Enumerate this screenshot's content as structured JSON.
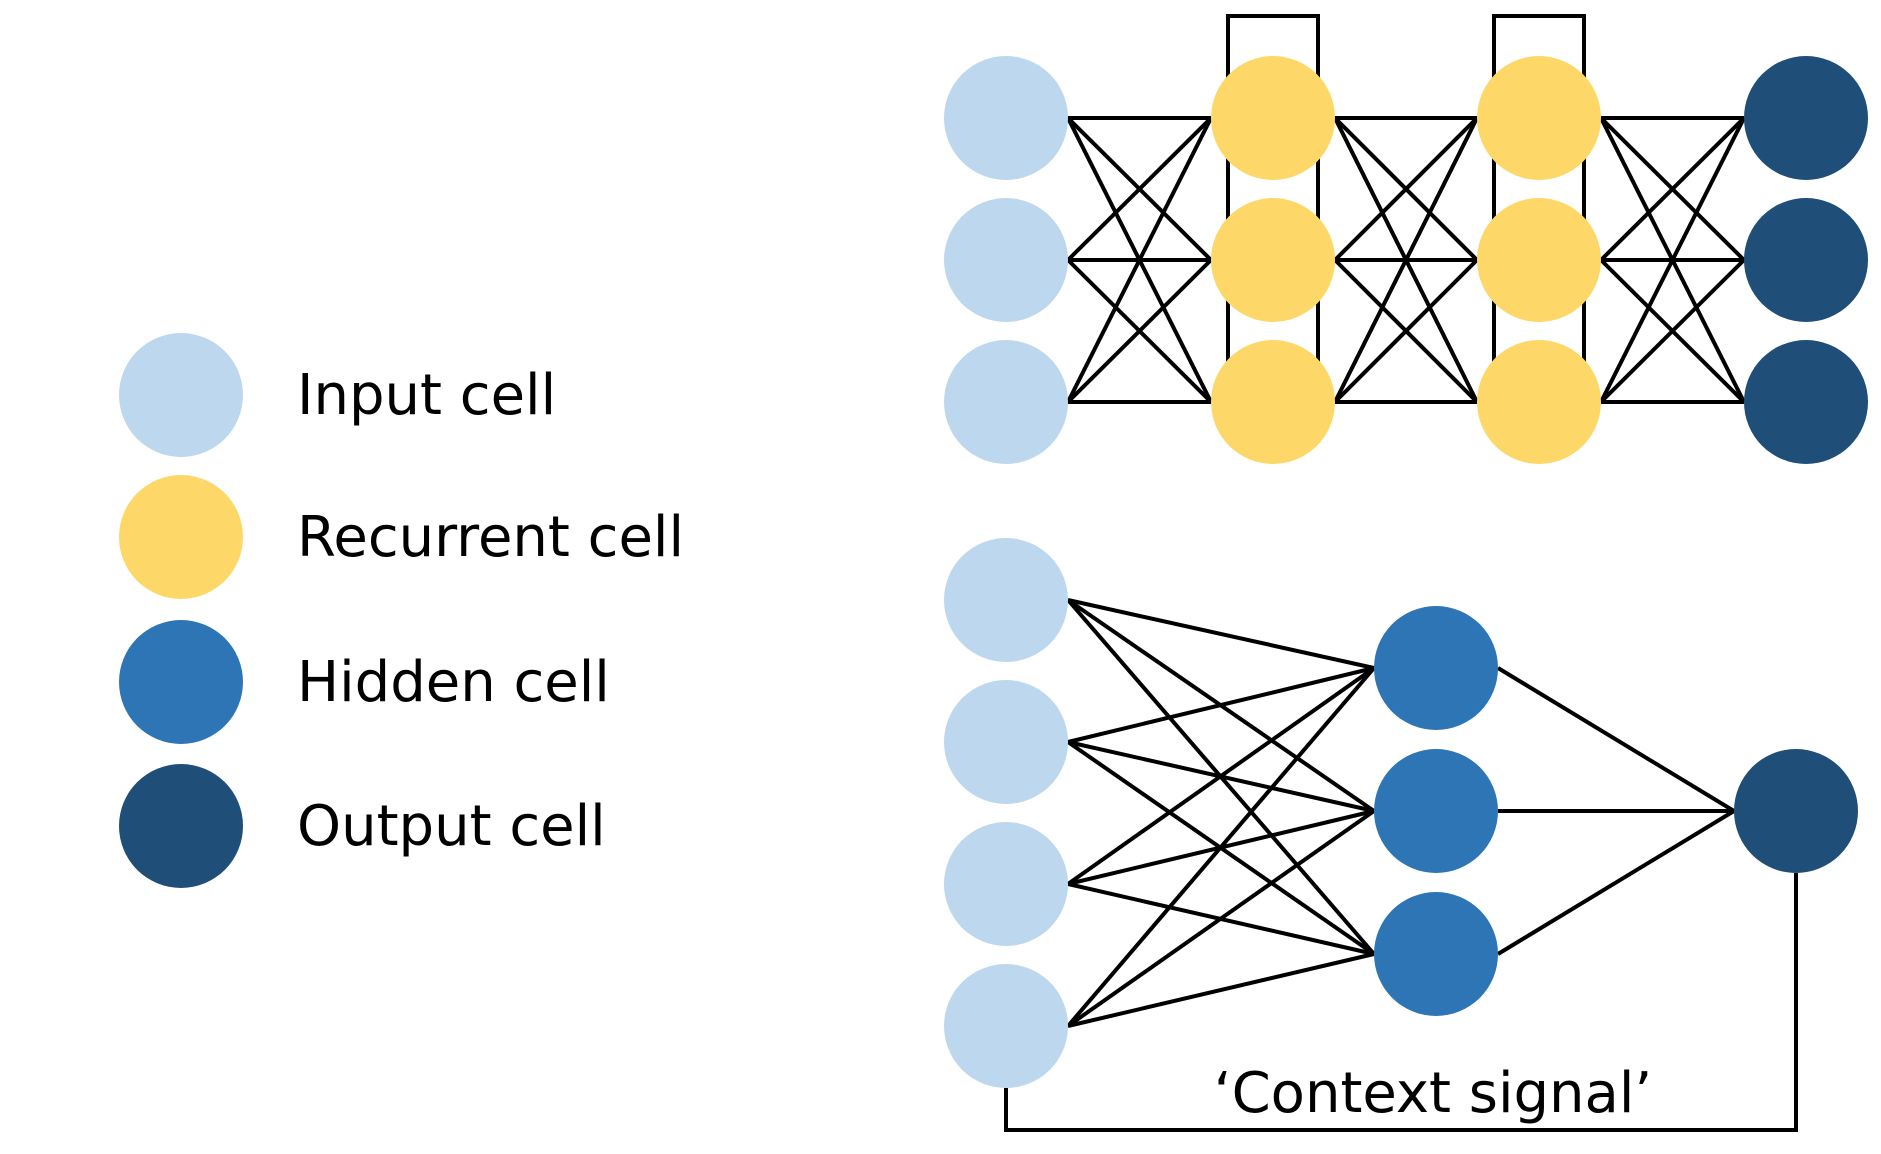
{
  "colors": {
    "input": "#bdd7ee",
    "recurrent": "#fdd868",
    "hidden": "#2e75b6",
    "output": "#1f4e79",
    "line": "#000000"
  },
  "legend": {
    "items": [
      {
        "key": "input",
        "label": "Input cell"
      },
      {
        "key": "recurrent",
        "label": "Recurrent cell"
      },
      {
        "key": "hidden",
        "label": "Hidden cell"
      },
      {
        "key": "output",
        "label": "Output cell"
      }
    ]
  },
  "top_network": {
    "layers": [
      "input",
      "recurrent",
      "recurrent",
      "output"
    ],
    "nodes_per_layer": 3,
    "connectivity": "fully-connected",
    "self_loops_on": "recurrent"
  },
  "bottom_network": {
    "layers": [
      "input",
      "hidden",
      "output"
    ],
    "nodes_per_layer": [
      4,
      3,
      1
    ],
    "connectivity": "fully-connected",
    "feedback": "output-to-input",
    "context_label": "‘Context signal’"
  }
}
